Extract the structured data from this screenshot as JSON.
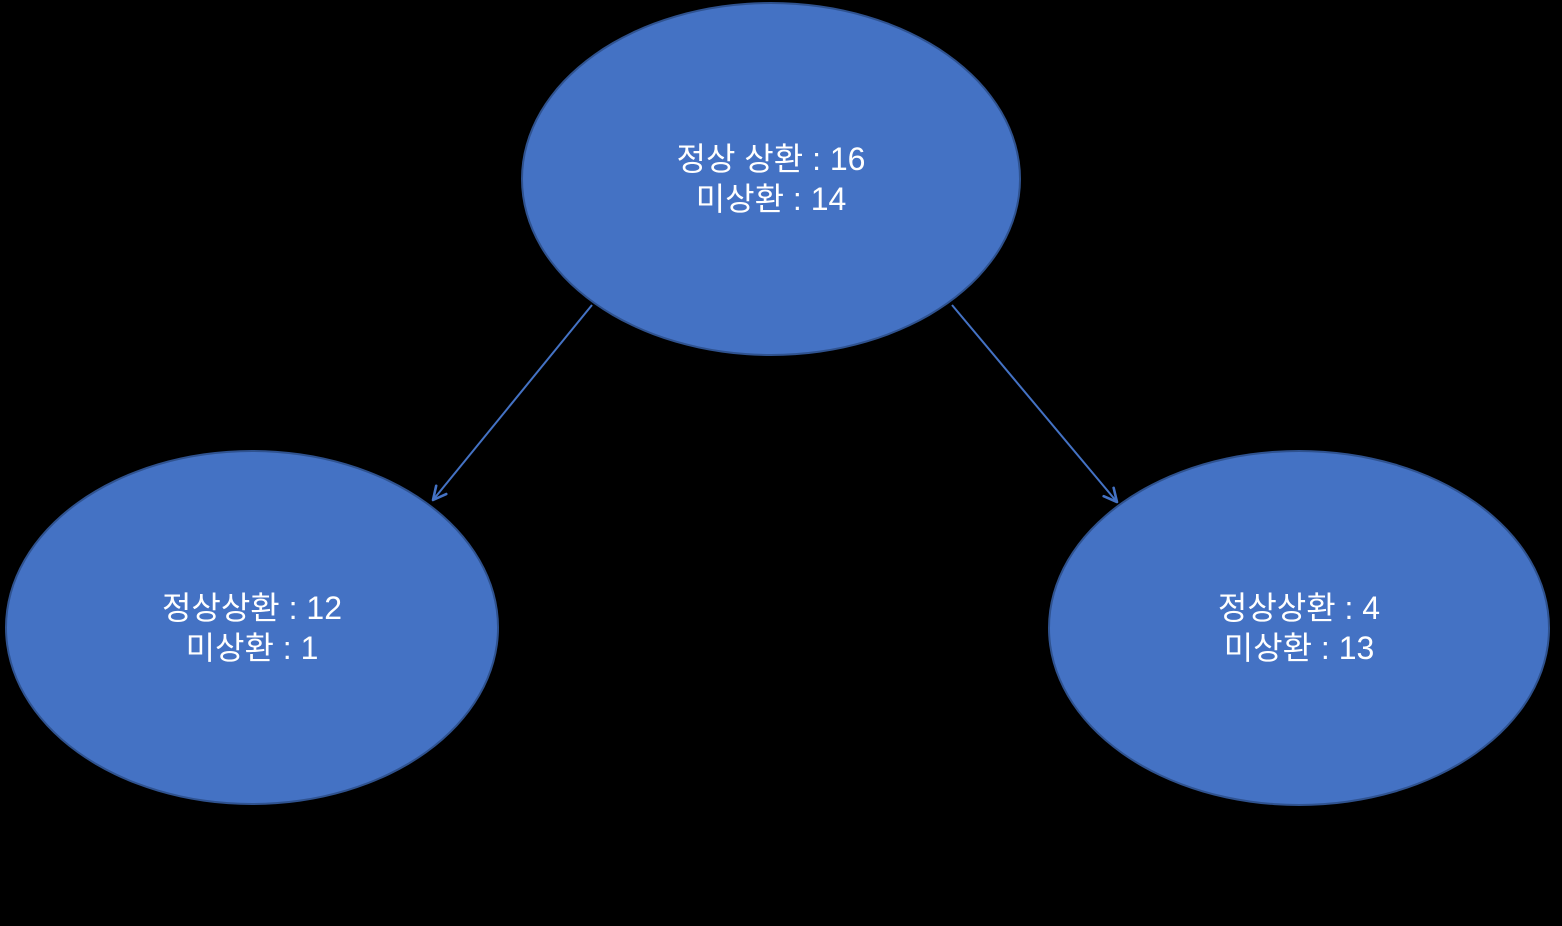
{
  "diagram": {
    "type": "tree",
    "background_color": "#000000",
    "node_fill_color": "#4472C4",
    "node_border_color": "#2F528F",
    "arrow_color": "#4472C4",
    "text_color": "#FFFFFF",
    "nodes": [
      {
        "id": "root",
        "lines": [
          "정상 상환 : 16",
          "미상환 : 14"
        ],
        "values": {
          "정상 상환": 16,
          "미상환": 14
        }
      },
      {
        "id": "left-child",
        "lines": [
          "정상상환 : 12",
          "미상환 : 1"
        ],
        "values": {
          "정상상환": 12,
          "미상환": 1
        }
      },
      {
        "id": "right-child",
        "lines": [
          "정상상환 : 4",
          "미상환 : 13"
        ],
        "values": {
          "정상상환": 4,
          "미상환": 13
        }
      }
    ],
    "edges": [
      {
        "from": "root",
        "to": "left-child"
      },
      {
        "from": "root",
        "to": "right-child"
      }
    ]
  }
}
